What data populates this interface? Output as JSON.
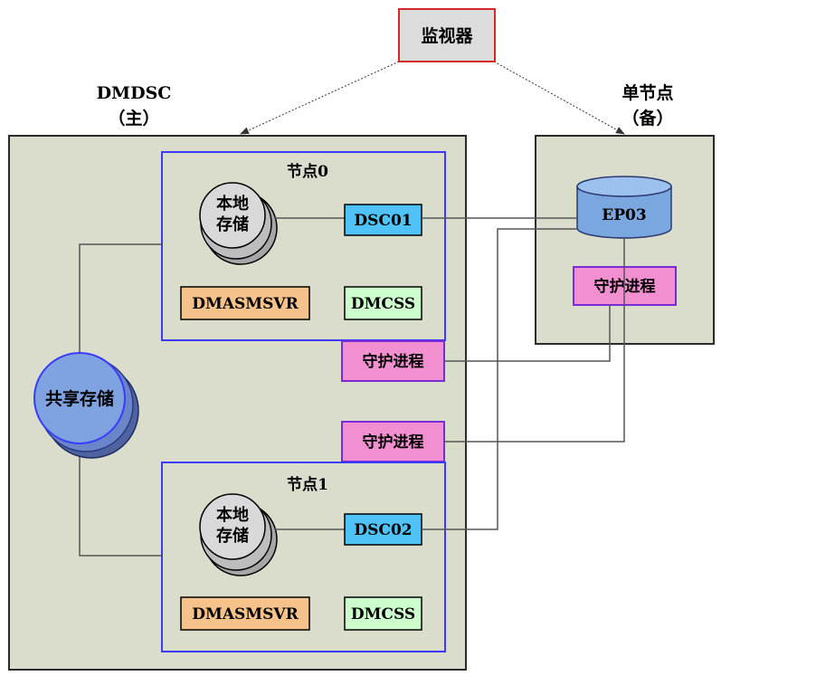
{
  "colors": {
    "panel_bg": "#dadccc",
    "panel_border": "#2b2b2b",
    "node_border": "#3b3bff",
    "monitor_bg": "#dcdcdc",
    "monitor_border": "#d4282b",
    "dsc_bg": "#4fc3f7",
    "asm_bg": "#f6c28b",
    "css_bg": "#ccffcc",
    "guard_bg": "#f28fd0",
    "guard_border": "#7b2bd6",
    "shared_storage_fill": "#7ea3e0",
    "local_storage_fill": "#d9d9d9",
    "db_fill": "#7aa7e0",
    "line": "#555555"
  },
  "monitor": {
    "label": "监视器"
  },
  "dmdsc": {
    "title_line1": "DMDSC",
    "title_line2": "（主）"
  },
  "single_node": {
    "title_line1": "单节点",
    "title_line2": "（备）",
    "db_label": "EP03",
    "guard_label": "守护进程"
  },
  "shared_storage": {
    "label": "共享存储"
  },
  "node0": {
    "title": "节点0",
    "local_storage_line1": "本地",
    "local_storage_line2": "存储",
    "dsc_label": "DSC01",
    "asm_label": "DMASMSVR",
    "css_label": "DMCSS",
    "guard_label": "守护进程"
  },
  "node1": {
    "title": "节点1",
    "local_storage_line1": "本地",
    "local_storage_line2": "存储",
    "dsc_label": "DSC02",
    "asm_label": "DMASMSVR",
    "css_label": "DMCSS",
    "guard_label": "守护进程"
  }
}
